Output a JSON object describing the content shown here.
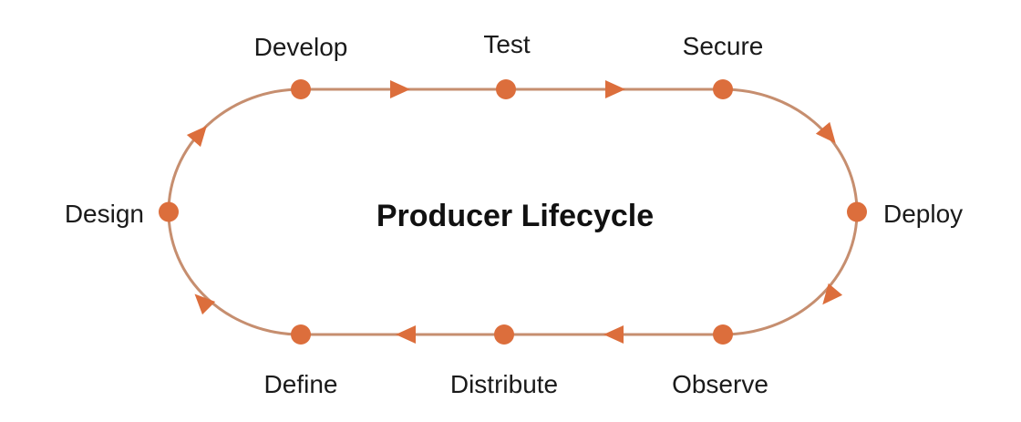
{
  "diagram": {
    "title": "Producer Lifecycle",
    "direction": "clockwise",
    "colors": {
      "node": "#DC6E3C",
      "arrow": "#DC6E3C",
      "line": "#C68E6F",
      "label": "#1A1A1A"
    },
    "stages": [
      {
        "label": "Develop"
      },
      {
        "label": "Test"
      },
      {
        "label": "Secure"
      },
      {
        "label": "Deploy"
      },
      {
        "label": "Observe"
      },
      {
        "label": "Distribute"
      },
      {
        "label": "Define"
      },
      {
        "label": "Design"
      }
    ]
  }
}
